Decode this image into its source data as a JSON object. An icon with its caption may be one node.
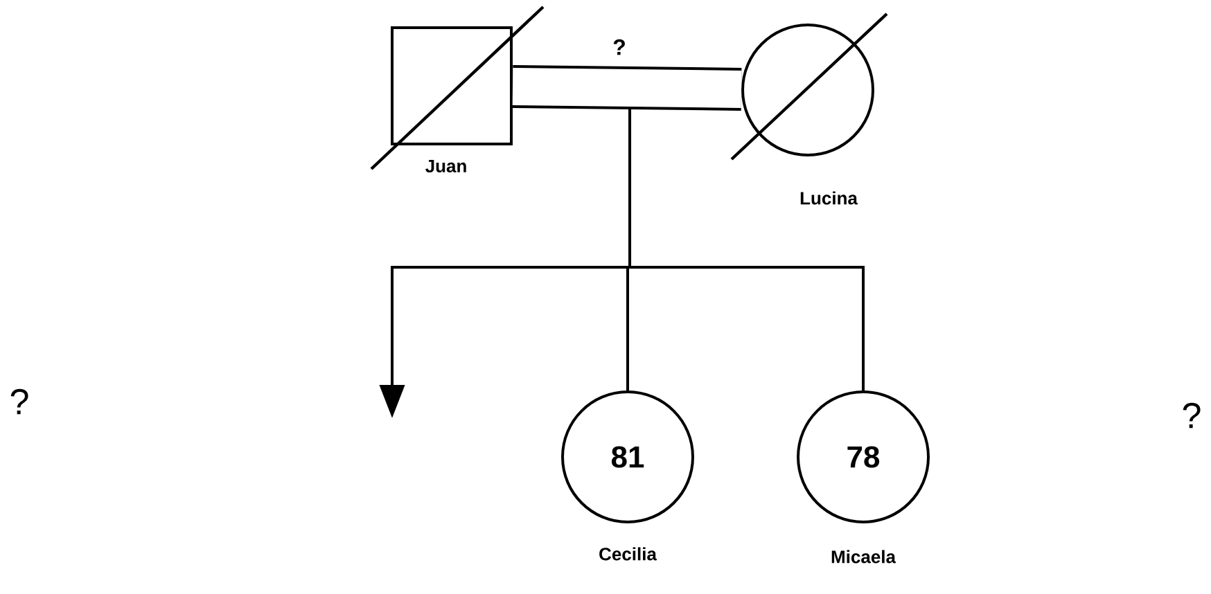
{
  "diagram": {
    "nodes": [
      {
        "text": [],
        "shape": "box",
        "beside": [
          "Juan"
        ]
      },
      {
        "text": [],
        "shape": "circle",
        "beside": [
          "Lucina"
        ]
      },
      {
        "text": [
          "81"
        ],
        "beside": [
          "Cecilia"
        ]
      },
      {
        "text": [
          "78"
        ],
        "beside": [
          "Micaela"
        ]
      }
    ],
    "edges": [
      {
        "from": 0,
        "to": 1,
        "arrow": "none",
        "label": "?",
        "style": "thick"
      },
      {
        "from": 0,
        "to": 2,
        "arrow": "none"
      },
      {
        "from": 0,
        "to": 3,
        "arrow": "none"
      },
      {
        "from": 0,
        "to": null,
        "arrow": "to"
      }
    ],
    "labels": [
      "?",
      "?"
    ]
  }
}
